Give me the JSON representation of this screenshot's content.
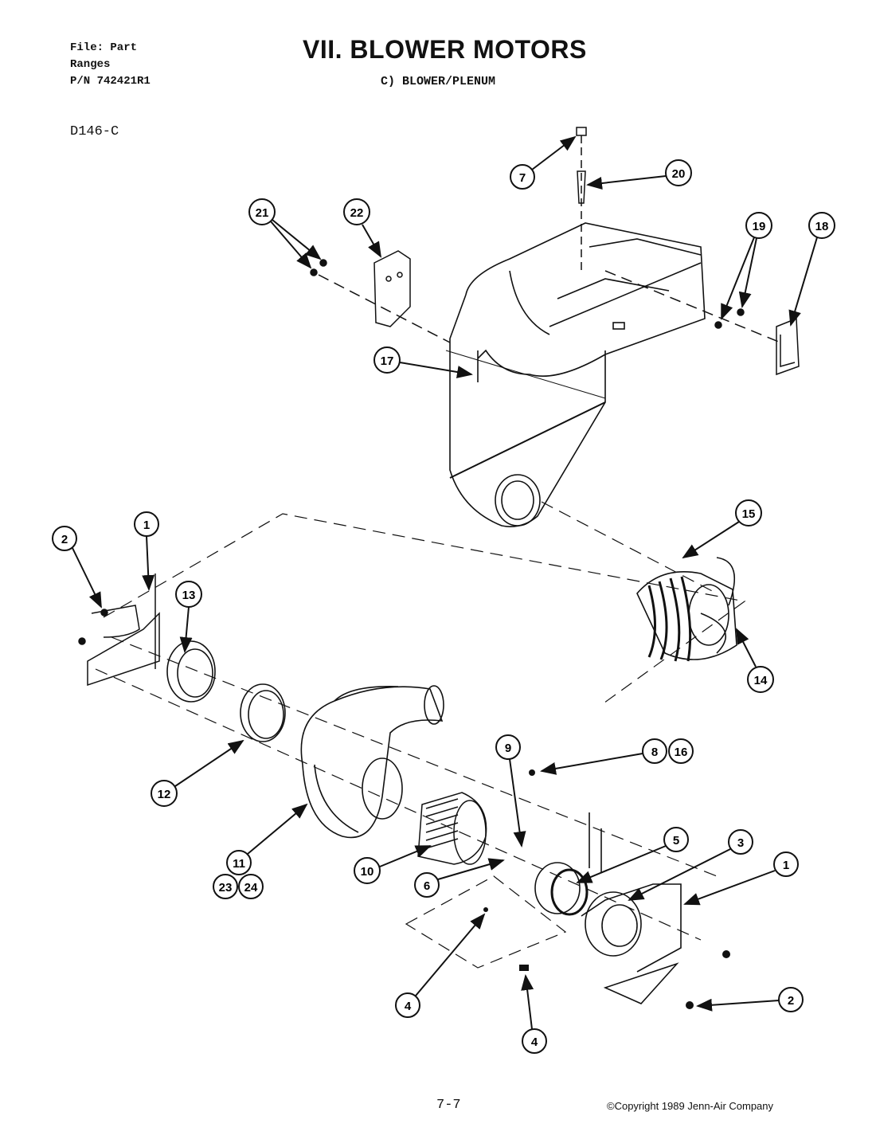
{
  "header": {
    "file_line": "File: Part",
    "ranges_line": "Ranges",
    "pn_line": "P/N 742421R1"
  },
  "title": "VII. BLOWER MOTORS",
  "subtitle": "C) BLOWER/PLENUM",
  "drawing_id": "D146-C",
  "footer": {
    "page_number": "7-7",
    "copyright": "©Copyright 1989 Jenn-Air Company"
  },
  "callouts": {
    "c7": "7",
    "c20": "20",
    "c21": "21",
    "c22": "22",
    "c19": "19",
    "c18": "18",
    "c17": "17",
    "c15": "15",
    "c14": "14",
    "c2_top": "2",
    "c1_top": "1",
    "c13": "13",
    "c12": "12",
    "c11": "11",
    "c23": "23",
    "c24": "24",
    "c10": "10",
    "c9": "9",
    "c8": "8",
    "c16": "16",
    "c6": "6",
    "c5": "5",
    "c3": "3",
    "c1_right": "1",
    "c2_right": "2",
    "c4_left": "4",
    "c4_bottom": "4"
  }
}
